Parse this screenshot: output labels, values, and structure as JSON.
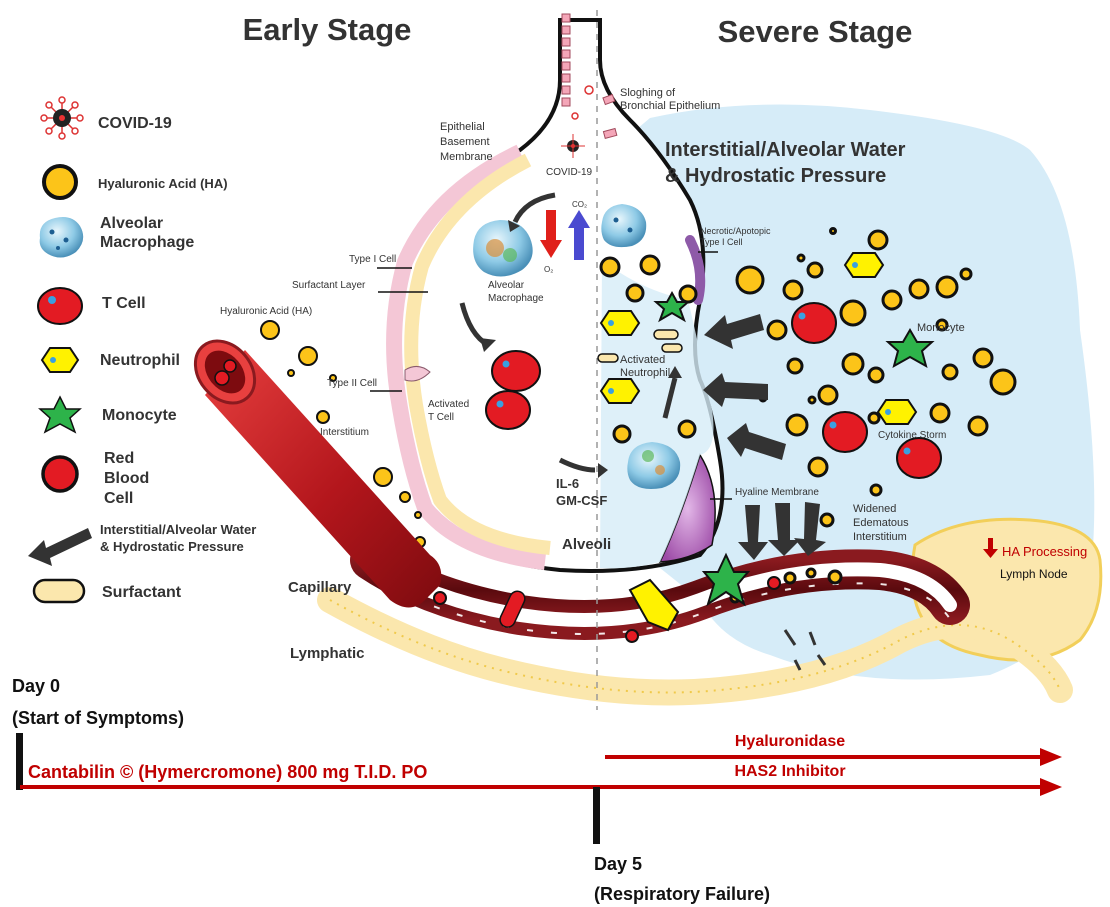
{
  "titles": {
    "early": "Early Stage",
    "severe": "Severe Stage"
  },
  "legend": {
    "covid": "COVID-19",
    "ha": "Hyaluronic Acid (HA)",
    "macrophage": [
      "Alveolar",
      "Macrophage"
    ],
    "tcell": "T Cell",
    "neutrophil": "Neutrophil",
    "monocyte": "Monocyte",
    "rbc": [
      "Red",
      "Blood",
      "Cell"
    ],
    "water": [
      "Interstitial/Alveolar Water",
      "& Hydrostatic Pressure"
    ],
    "surfactant": "Surfactant"
  },
  "labels": {
    "epithelial": [
      "Epithelial",
      "Basement",
      "Membrane"
    ],
    "covid_small": "COVID-19",
    "co2": "CO₂",
    "o2": "O₂",
    "type1": "Type I Cell",
    "surf_layer": "Surfactant Layer",
    "ha_small": "Hyaluronic Acid (HA)",
    "alv_mac": [
      "Alveolar",
      "Macrophage"
    ],
    "type2": "Type II Cell",
    "act_t": [
      "Activated",
      "T Cell"
    ],
    "interstitium": "Interstitium",
    "il6": [
      "IL-6",
      "GM-CSF"
    ],
    "alveoli": "Alveoli",
    "capillary": "Capillary",
    "lymphatic": "Lymphatic",
    "sloughing": [
      "Sloghing of",
      "Bronchial Epithelium"
    ],
    "water_big": [
      "Interstitial/Alveolar Water",
      "& Hydrostatic Pressure"
    ],
    "necrotic": [
      "Necrotic/Apotopic",
      "Type I Cell"
    ],
    "monocyte_lbl": "Monocyte",
    "act_neut": [
      "Activated",
      "Neutrophil"
    ],
    "cytokine": "Cytokine Storm",
    "hyaline": "Hyaline Membrane",
    "widened": [
      "Widened",
      "Edematous",
      "Interstitium"
    ],
    "ha_processing": "HA Processing",
    "lymph_node": "Lymph Node"
  },
  "timeline": {
    "day0": [
      "Day 0",
      "(Start of Symptoms)"
    ],
    "cantabilin": "Cantabilin © (Hymercromone) 800 mg T.I.D. PO",
    "hyaluronidase": "Hyaluronidase",
    "has2": "HAS2 Inhibitor",
    "day5": [
      "Day 5",
      "(Respiratory Failure)"
    ]
  },
  "colors": {
    "red": "#c00000",
    "ha_yellow": "#fcc419",
    "edema_blue": "#d6ecf8",
    "pink": "#f4c7d6",
    "surfactant": "#fbe7ad",
    "rbc_red": "#e31b23",
    "neut_yellow": "#fff200",
    "mono_green": "#2db34a",
    "vessel": "#6b0f14",
    "macrophage_blue": "#8ecae6"
  }
}
